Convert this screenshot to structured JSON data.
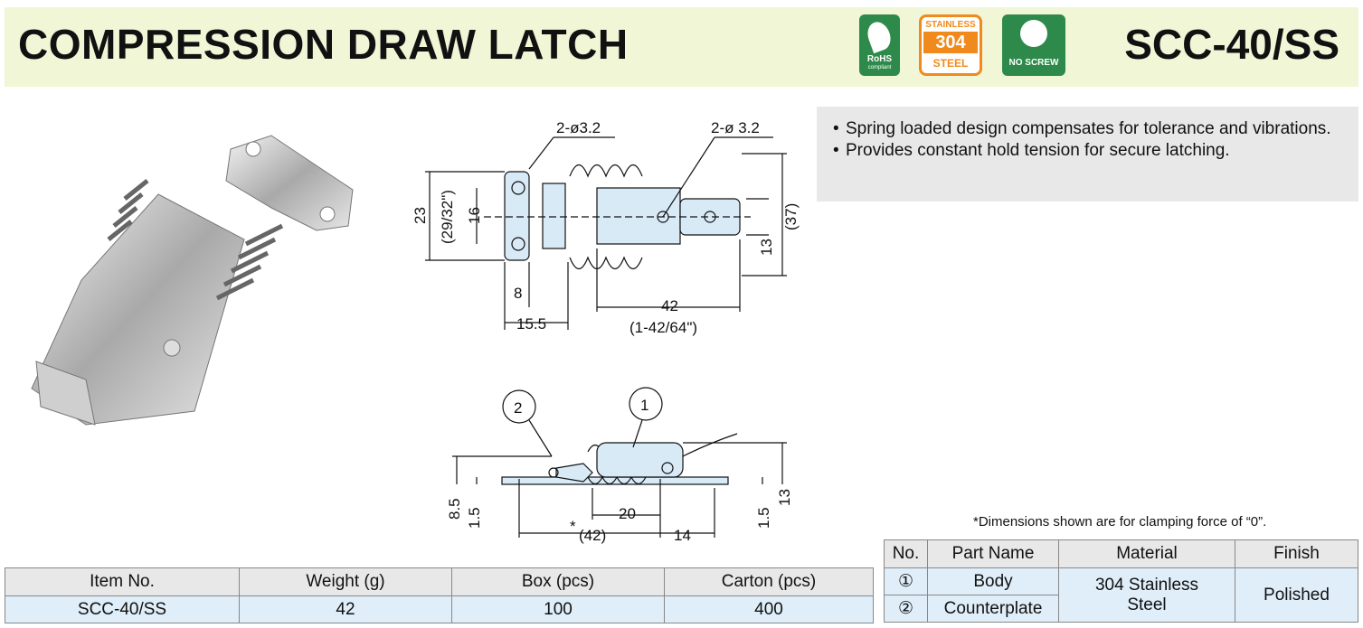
{
  "header": {
    "title": "COMPRESSION DRAW LATCH",
    "model": "SCC-40/SS",
    "badges": {
      "rohs": {
        "line1": "RoHS",
        "line2": "compliant"
      },
      "stainless": {
        "line1": "STAINLESS",
        "line2": "304",
        "line3": "STEEL"
      },
      "no_screw": {
        "label": "NO SCREW"
      }
    }
  },
  "features": [
    "Spring loaded design compensates for tolerance and vibrations.",
    "Provides constant hold tension for secure latching."
  ],
  "drawing": {
    "top_view": {
      "hole_left": "2-ø3.2",
      "hole_right": "2-ø 3.2",
      "height_23": "23",
      "height_inch": "(29/32\")",
      "height_16": "16",
      "height_37": "(37)",
      "height_13": "13",
      "width_8": "8",
      "width_15_5": "15.5",
      "width_42": "42",
      "width_inch": "(1-42/64\")"
    },
    "side_view": {
      "callout_2": "2",
      "callout_1": "1",
      "height_8_5": "8.5",
      "height_1_5_left": "1.5",
      "height_1_5_right": "1.5",
      "height_13": "13",
      "width_20": "20",
      "width_42": "(42)",
      "asterisk": "*",
      "width_14": "14"
    }
  },
  "note": "*Dimensions shown are for clamping force of “0”.",
  "item_table": {
    "headers": [
      "Item No.",
      "Weight (g)",
      "Box (pcs)",
      "Carton (pcs)"
    ],
    "row": [
      "SCC-40/SS",
      "42",
      "100",
      "400"
    ]
  },
  "parts_table": {
    "headers": [
      "No.",
      "Part Name",
      "Material",
      "Finish"
    ],
    "rows": [
      {
        "no": "①",
        "name": "Body"
      },
      {
        "no": "②",
        "name": "Counterplate"
      }
    ],
    "material": "304 Stainless Steel",
    "finish": "Polished"
  }
}
